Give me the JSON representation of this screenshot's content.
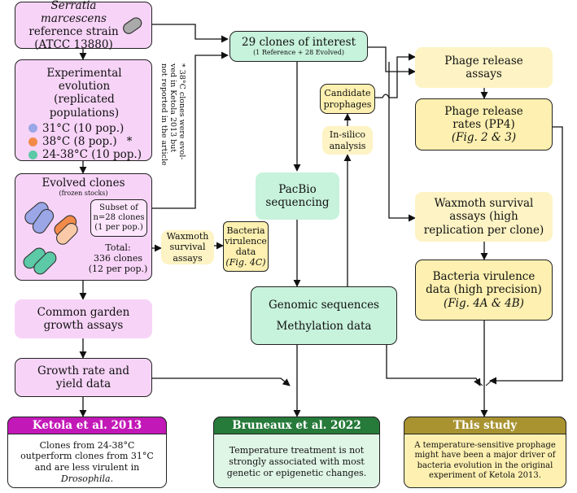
{
  "colors": {
    "pink": "#f7d4f7",
    "green": "#c7f2dc",
    "yellow": "#fdf0b0",
    "ketola_header": "#c318b8",
    "bruneaux_header": "#267a3a",
    "this_study_header": "#a89330",
    "dot_31": "#9aa6e6",
    "dot_38": "#f38a4a",
    "dot_24_38": "#5cc9a7"
  },
  "nodes": {
    "reference_strain": {
      "species": "Serratia marcescens",
      "line2": "reference strain",
      "line3": "(ATCC 13880)"
    },
    "experimental_evolution": {
      "title_line1": "Experimental evolution",
      "title_line2": "(replicated populations)",
      "items": [
        {
          "label": "31°C (10 pop.)",
          "icon": "blue-dot"
        },
        {
          "label": "38°C (8 pop.)",
          "icon": "orange-dot",
          "mark": "*"
        },
        {
          "label": "24-38°C (10 pop.)",
          "icon": "green-dot"
        }
      ]
    },
    "footnote": {
      "line1": "* 38°C clones were evol-",
      "line2": "ved in Ketola 2013 but",
      "line3": "not reported in the article"
    },
    "evolved_clones": {
      "title": "Evolved clones",
      "subtitle": "(frozen stocks)",
      "subset_line1": "Subset of",
      "subset_line2": "n=28 clones",
      "subset_line3": "(1 per pop.)",
      "total_line1": "Total:",
      "total_line2": "336 clones",
      "total_line3": "(12 per pop.)"
    },
    "common_garden": {
      "line1": "Common garden",
      "line2": "growth assays"
    },
    "growth_rate": {
      "line1": "Growth rate and",
      "line2": "yield data"
    },
    "clones_of_interest": {
      "title": "29 clones of interest",
      "subtitle": "(1 Reference + 28 Evolved)"
    },
    "pacbio": {
      "line1": "PacBio",
      "line2": "sequencing"
    },
    "genomic": {
      "line1": "Genomic sequences",
      "line2": "Methylation data"
    },
    "in_silico": {
      "line1": "In-silico",
      "line2": "analysis"
    },
    "candidate_prophages": {
      "line1": "Candidate",
      "line2": "prophages"
    },
    "waxmoth_small": {
      "line1": "Waxmoth",
      "line2": "survival",
      "line3": "assays"
    },
    "bacteria_virulence_small": {
      "line1": "Bacteria",
      "line2": "virulence",
      "line3": "data",
      "fig": "(Fig. 4C)"
    },
    "phage_release_assays": {
      "line1": "Phage release",
      "line2": "assays"
    },
    "phage_release_rates": {
      "line1": "Phage release",
      "line2": "rates (PP4)",
      "fig": "(Fig. 2 & 3)"
    },
    "waxmoth_survival": {
      "line1": "Waxmoth survival",
      "line2": "assays (high",
      "line3": "replication per clone)"
    },
    "bacteria_virulence": {
      "line1": "Bacteria virulence",
      "line2": "data (high precision)",
      "fig": "(Fig. 4A & 4B)"
    }
  },
  "results": {
    "ketola": {
      "header": "Ketola et al. 2013",
      "text_a": "Clones from 24-38°C outperform clones from 31°C and are less virulent in ",
      "text_italic": "Drosophila",
      "text_b": "."
    },
    "bruneaux": {
      "header": "Bruneaux et al. 2022",
      "text": "Temperature treatment is not strongly associated with most genetic or epigenetic changes."
    },
    "this_study": {
      "header": "This study",
      "text": "A temperature-sensitive prophage might have been a major driver of bacteria evolution in the original experiment of Ketola 2013."
    }
  }
}
